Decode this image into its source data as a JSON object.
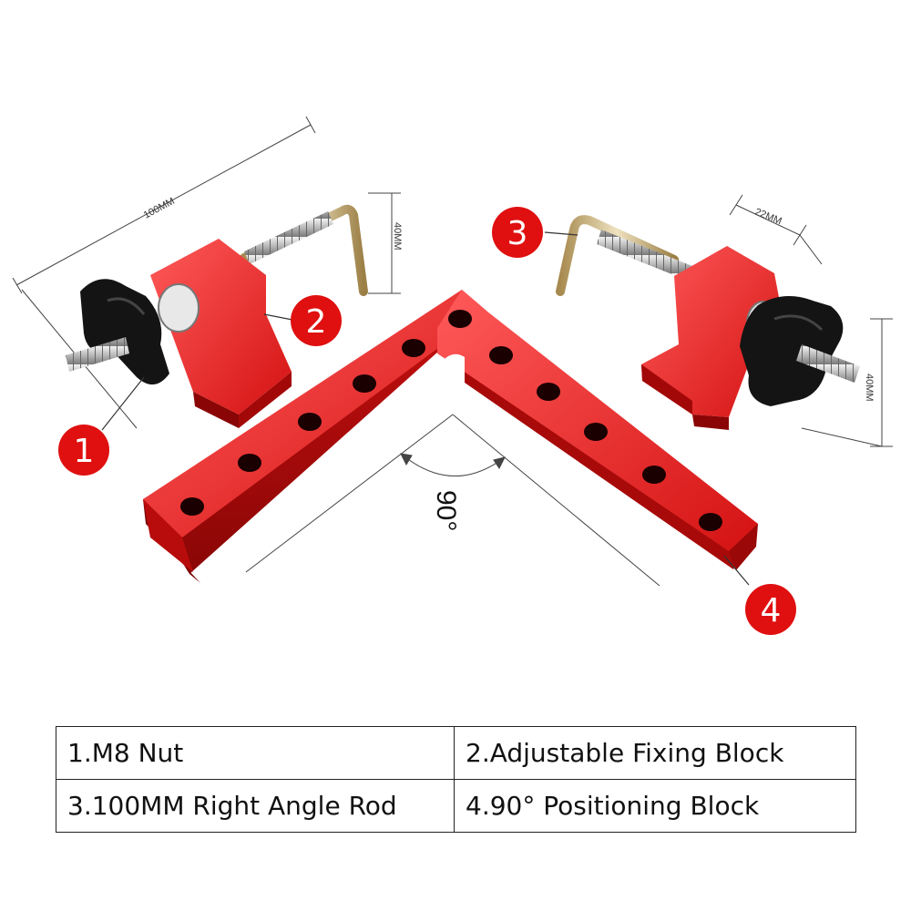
{
  "dimensions": {
    "rod_length": "100MM",
    "block_height_left": "40MM",
    "block_width": "22MM",
    "block_height_right": "40MM",
    "angle": "90°"
  },
  "callouts": [
    "1",
    "2",
    "3",
    "4"
  ],
  "colors": {
    "aluminum_red": "#d11a1a",
    "badge_red": "#e01010",
    "knob_black": "#141414",
    "steel": "#cfcfcf"
  },
  "parts_table": [
    [
      "1.M8 Nut",
      "2.Adjustable Fixing Block"
    ],
    [
      "3.100MM Right Angle Rod",
      "4.90° Positioning Block"
    ]
  ]
}
